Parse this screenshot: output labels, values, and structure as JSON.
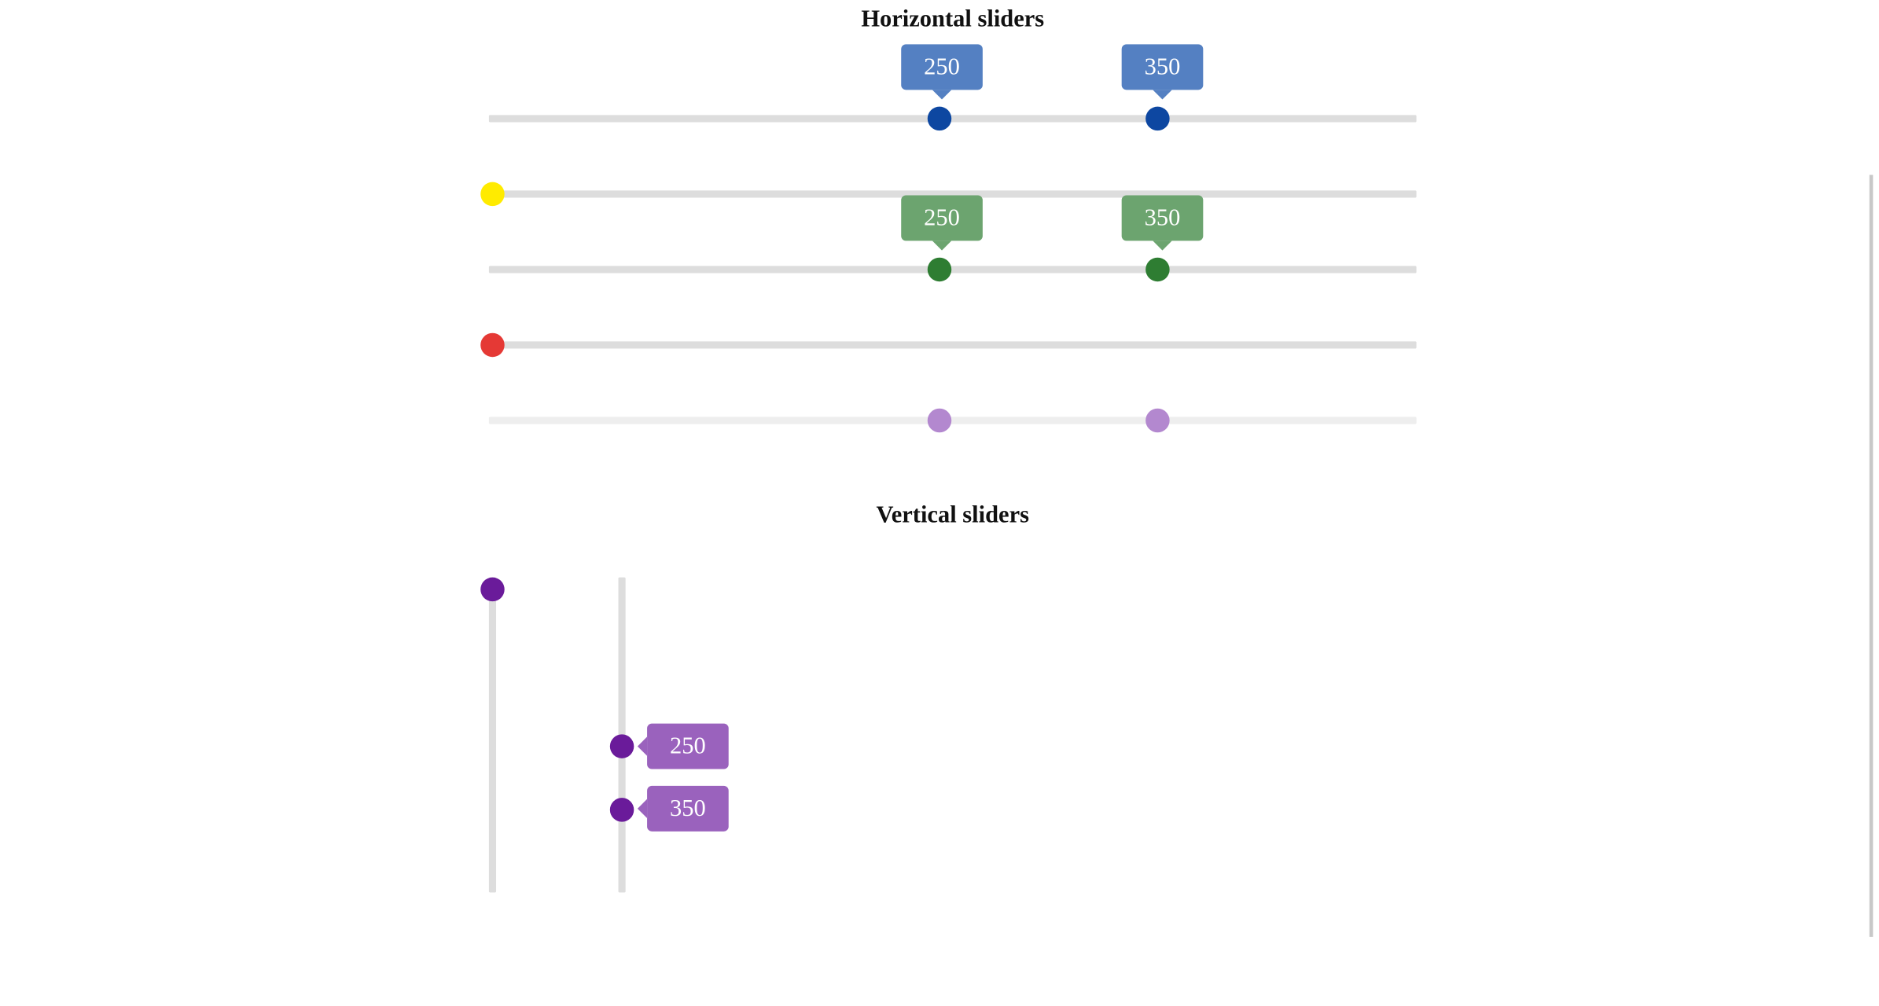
{
  "headings": {
    "horizontal": "Horizontal sliders",
    "vertical": "Vertical sliders"
  },
  "colors": {
    "track": "#dddddd",
    "track_pale": "#eeeeee",
    "blue_handle": "#0d47a1",
    "blue_tooltip": "#5480c2",
    "yellow_handle": "#ffeb00",
    "green_handle": "#2e7d32",
    "green_tooltip": "#6ca46f",
    "red_handle": "#e53935",
    "lavender_handle": "#b388cf",
    "purple_handle": "#6a1b9a",
    "purple_tooltip": "#9a62bd"
  },
  "horizontal_sliders": [
    {
      "id": "blue-range",
      "values": [
        250,
        350
      ],
      "tooltips": [
        "250",
        "350"
      ]
    },
    {
      "id": "yellow-single",
      "values": [
        0
      ]
    },
    {
      "id": "green-range",
      "values": [
        250,
        350
      ],
      "tooltips": [
        "250",
        "350"
      ]
    },
    {
      "id": "red-single",
      "values": [
        0
      ]
    },
    {
      "id": "lavender-range",
      "values": [
        250,
        350
      ]
    }
  ],
  "vertical_sliders": [
    {
      "id": "purple-single",
      "values": [
        0
      ]
    },
    {
      "id": "purple-range",
      "values": [
        250,
        350
      ],
      "tooltips": [
        "250",
        "350"
      ]
    }
  ]
}
